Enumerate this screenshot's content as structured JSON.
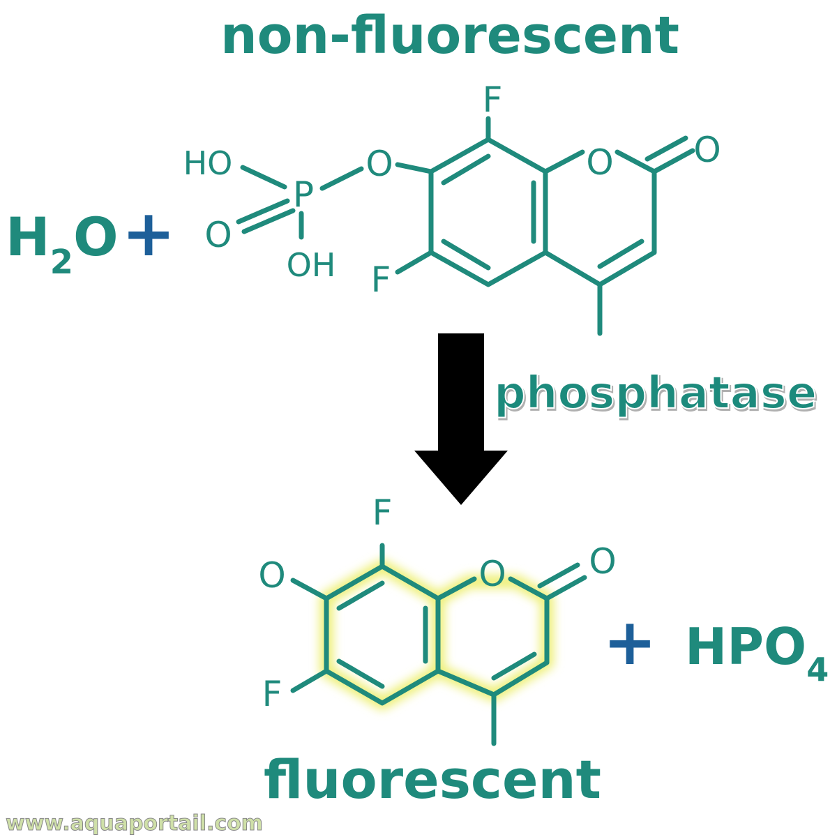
{
  "title_top": "non-fluorescent",
  "title_bottom": "fluorescent",
  "enzyme_label": "phosphatase",
  "reactant_water": {
    "symbol": "H",
    "subscript": "2",
    "after": "O"
  },
  "plus_sign": "+",
  "product_phosphate": {
    "symbol": "HPO",
    "subscript": "4"
  },
  "watermark": "www.aquaportail.com",
  "atoms": {
    "fluorine": "F",
    "oxygen": "O",
    "phosphorus": "P",
    "hydroxyl": "HO",
    "hydroxyl_alt": "OH"
  },
  "colors": {
    "teal": "#1f8a7c",
    "blue": "#1d5f99",
    "arrow": "#000000",
    "glow": "#eef07a",
    "watermark": "#cfe0a8"
  }
}
